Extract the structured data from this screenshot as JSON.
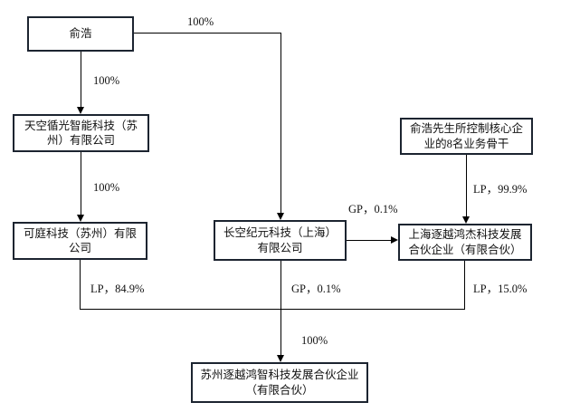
{
  "diagram": {
    "nodes": {
      "yuhao": {
        "lines": [
          "俞浩",
          ""
        ]
      },
      "tiankong": {
        "lines": [
          "天空循光智能科技（苏",
          "州）有限公司"
        ]
      },
      "keting": {
        "lines": [
          "可庭科技（苏州）有限",
          "公司"
        ]
      },
      "changkong": {
        "lines": [
          "长空纪元科技（上海）",
          "有限公司"
        ]
      },
      "backbone": {
        "lines": [
          "俞浩先生所控制核心企",
          "业的8名业务骨干"
        ]
      },
      "shanghai": {
        "lines": [
          "上海逐越鸿杰科技发展",
          "合伙企业（有限合伙）"
        ]
      },
      "suzhou": {
        "lines": [
          "苏州逐越鸿智科技发展合伙企业",
          "（有限合伙）"
        ]
      }
    },
    "edge_labels": {
      "yuhao_to_changkong": "100%",
      "yuhao_to_tiankong": "100%",
      "tiankong_to_keting": "100%",
      "backbone_to_shanghai": "LP，99.9%",
      "changkong_to_shanghai": "GP，0.1%",
      "keting_to_suzhou": "LP，84.9%",
      "changkong_to_suzhou": "GP，0.1%",
      "shanghai_to_suzhou": "LP，15.0%",
      "junction_to_suzhou": "100%"
    },
    "colors": {
      "node_border": "#1c2430",
      "edge_line": "#000000",
      "background": "#ffffff",
      "text": "#111111"
    }
  }
}
